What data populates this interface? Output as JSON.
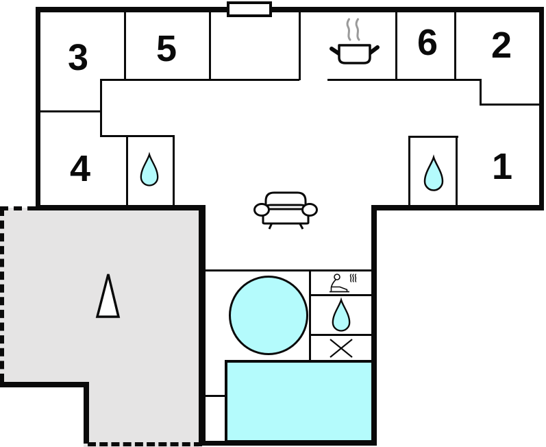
{
  "title": "floor-plan",
  "rooms": {
    "r1": "1",
    "r2": "2",
    "r3": "3",
    "r4": "4",
    "r5": "5",
    "r6": "6"
  },
  "icons": {
    "water_drop_count": 3,
    "names": [
      "cooking-pot-icon",
      "steam-icon",
      "sofa-icon",
      "water-drop-icon",
      "round-tub",
      "sauna-person-icon",
      "cross-mark-icon",
      "terrace-triangle-icon",
      "chimney"
    ]
  },
  "colors": {
    "wall": "#0a0a0a",
    "water_fill": "#b4fbfc",
    "terrace_fill": "#e5e4e4",
    "steam_gray": "#9a9a9a",
    "background": "#ffffff",
    "icon_stroke": "#0a0a0a"
  }
}
